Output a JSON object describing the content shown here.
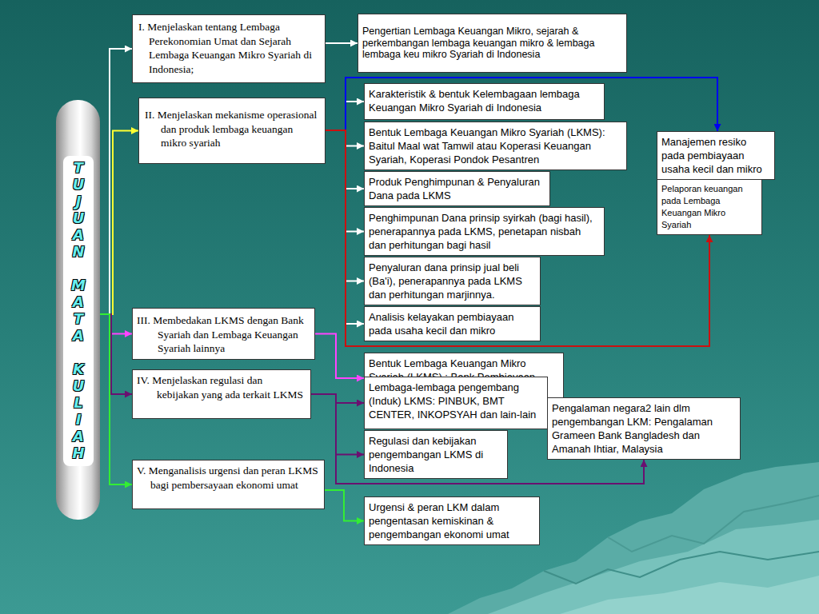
{
  "diagram": {
    "nodes": [
      {
        "text": [
          "TUJUAN MATA KULIAH"
        ]
      },
      {
        "text": [
          "I. Menjelaskan tentang Lembaga Perekonomian Umat dan Sejarah Lembaga Keuangan Mikro Syariah di Indonesia;"
        ]
      },
      {
        "text": [
          "Pengertian Lembaga Keuangan Mikro, sejarah & perkembangan lembaga keuangan mikro & lembaga lembaga keu mikro Syariah di Indonesia"
        ]
      },
      {
        "text": [
          "II. Menjelaskan mekanisme operasional dan produk lembaga keuangan mikro syariah"
        ]
      },
      {
        "text": [
          "Karakteristik & bentuk Kelembagaan lembaga Keuangan Mikro Syariah di Indonesia"
        ]
      },
      {
        "text": [
          "Bentuk Lembaga Keuangan Mikro Syariah (LKMS): Baitul Maal wat Tamwil atau Koperasi Keuangan Syariah, Koperasi Pondok Pesantren"
        ]
      },
      {
        "text": [
          "Produk Penghimpunan & Penyaluran Dana pada LKMS"
        ]
      },
      {
        "text": [
          "Penghimpunan Dana prinsip syirkah (bagi hasil), penerapannya pada LKMS, penetapan nisbah dan perhitungan bagi hasil"
        ]
      },
      {
        "text": [
          "Penyaluran dana prinsip jual beli (Ba'i), penerapannya pada LKMS dan perhitungan marjinnya."
        ]
      },
      {
        "text": [
          "Analisis kelayakan pembiayaan pada usaha kecil dan mikro"
        ]
      },
      {
        "text": [
          "Manajemen resiko pada pembiayaan usaha kecil dan mikro"
        ]
      },
      {
        "text": [
          "Pelaporan keuangan pada Lembaga Keuangan Mikro Syariah"
        ]
      },
      {
        "text": [
          "III. Membedakan LKMS dengan Bank Syariah dan Lembaga Keuangan Syariah lainnya"
        ]
      },
      {
        "text": [
          "Bentuk Lembaga Keuangan Mikro Syariah (LKMS) : Bank Pembiayaan Rakyat Syariah (BPRS)"
        ]
      },
      {
        "text": [
          "IV. Menjelaskan regulasi dan kebijakan yang ada terkait LKMS"
        ]
      },
      {
        "text": [
          "Lembaga-lembaga pengembang (Induk) LKMS: PINBUK, BMT CENTER, INKOPSYAH dan lain-lain"
        ]
      },
      {
        "text": [
          "Pengalaman negara2 lain dlm pengembangan LKM: Pengalaman Grameen Bank Bangladesh dan Amanah Ihtiar, Malaysia"
        ]
      },
      {
        "text": [
          "Regulasi dan kebijakan pengembangan LKMS di Indonesia"
        ]
      },
      {
        "text": [
          "V. Menganalisis urgensi dan peran LKMS bagi pembersayaan ekonomi umat"
        ]
      },
      {
        "text": [
          "Urgensi & peran LKM dalam pengentasan kemiskinan & pengembangan ekonomi umat"
        ]
      }
    ],
    "edges": [
      {
        "from": 0,
        "to": 1,
        "arrow": "to"
      },
      {
        "from": 0,
        "to": 3,
        "arrow": "to"
      },
      {
        "from": 0,
        "to": 12,
        "arrow": "to"
      },
      {
        "from": 0,
        "to": 14,
        "arrow": "to"
      },
      {
        "from": 0,
        "to": 18,
        "arrow": "to"
      },
      {
        "from": 1,
        "to": 2,
        "arrow": "to"
      },
      {
        "from": 3,
        "to": 4,
        "arrow": "to"
      },
      {
        "from": 3,
        "to": 5,
        "arrow": "to"
      },
      {
        "from": 3,
        "to": 6,
        "arrow": "to"
      },
      {
        "from": 3,
        "to": 7,
        "arrow": "to"
      },
      {
        "from": 3,
        "to": 8,
        "arrow": "to"
      },
      {
        "from": 3,
        "to": 9,
        "arrow": "to"
      },
      {
        "from": 3,
        "to": 10,
        "arrow": "to"
      },
      {
        "from": 3,
        "to": 11,
        "arrow": "to"
      },
      {
        "from": 12,
        "to": 13,
        "arrow": "to"
      },
      {
        "from": 14,
        "to": 15,
        "arrow": "to"
      },
      {
        "from": 14,
        "to": 17,
        "arrow": "to"
      },
      {
        "from": 14,
        "to": 16,
        "arrow": "to"
      },
      {
        "from": 18,
        "to": 19,
        "arrow": "to"
      }
    ]
  }
}
